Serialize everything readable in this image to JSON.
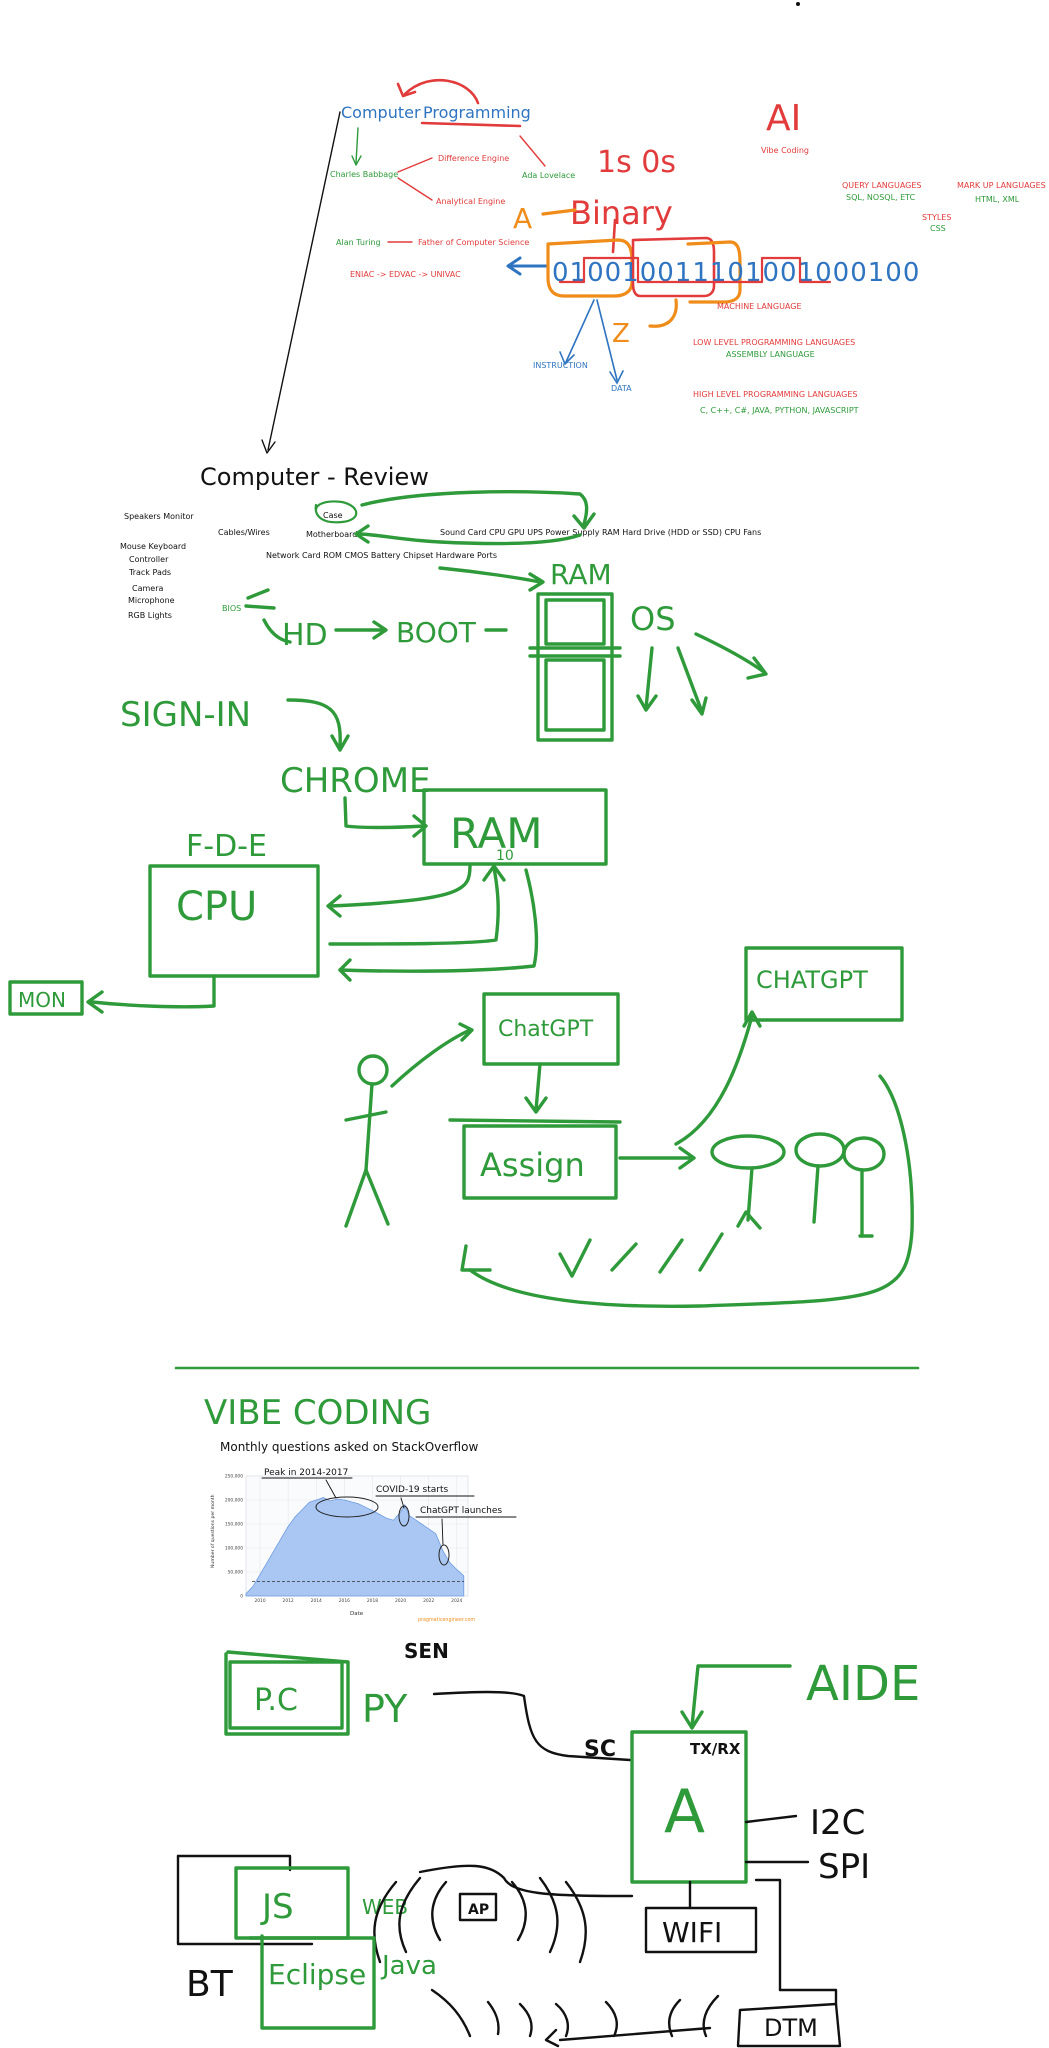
{
  "colors": {
    "green": "#2e9a3a",
    "red": "#e23b3b",
    "blue": "#2f74c0",
    "orange": "#f08c1a",
    "black": "#111111"
  },
  "history": {
    "title_part1": "Computer",
    "title_part2": "Programming",
    "charles_babbage": "Charles Babbage",
    "difference_engine": "Difference Engine",
    "analytical_engine": "Analytical Engine",
    "ada_lovelace": "Ada Lovelace",
    "alan_turing": "Alan Turing",
    "father_of_cs": "Father of Computer Science",
    "eniac_chain": "ENIAC -> EDVAC -> UNIVAC"
  },
  "binary": {
    "ones_zeros": "1s  0s",
    "title": "Binary",
    "label_a": "A",
    "label_z": "Z",
    "bits": "010010011101001000100",
    "machine_language": "MACHINE LANGUAGE",
    "instruction": "INSTRUCTION",
    "data": "DATA"
  },
  "ai": {
    "title": "AI",
    "vibe_coding": "Vibe Coding"
  },
  "languages": {
    "query_title": "QUERY LANGUAGES",
    "query_items": "SQL, NOSQL, ETC",
    "markup_title": "MARK UP LANGUAGES",
    "markup_items": "HTML, XML",
    "styles_title": "STYLES",
    "styles_items": "CSS",
    "low_title": "LOW LEVEL PROGRAMMING LANGUAGES",
    "low_items": "ASSEMBLY LANGUAGE",
    "high_title": "HIGH LEVEL PROGRAMMING LANGUAGES",
    "high_items": "C, C++, C#, JAVA, PYTHON, JAVASCRIPT"
  },
  "review": {
    "title": "Computer - Review",
    "left_list": [
      "Speakers  Monitor",
      "Mouse Keyboard",
      "Controller",
      "Track Pads",
      "Camera",
      "Microphone",
      "RGB Lights"
    ],
    "cables": "Cables/Wires",
    "case": "Case",
    "motherboard": "Motherboard",
    "network_row": "Network Card  ROM   CMOS Battery Chipset Hardware Ports",
    "components_row": "Sound Card  CPU  GPU UPS   Power Supply  RAM Hard Drive (HDD or SSD)  CPU Fans",
    "bios": "BIOS"
  },
  "boot": {
    "hd": "HD",
    "boot": "BOOT",
    "ram": "RAM",
    "os": "OS"
  },
  "flow": {
    "sign_in": "SIGN-IN",
    "chrome": "CHROME",
    "ram": "RAM",
    "ram_sub": "10",
    "fde": "F-D-E",
    "cpu": "CPU",
    "mon": "MON",
    "chatgpt_1": "ChatGPT",
    "chatgpt_2": "CHATGPT",
    "assign": "Assign"
  },
  "vibe": {
    "heading": "VIBE CODING",
    "chart_title": "Monthly questions asked on StackOverflow",
    "annotation_peak": "Peak in 2014-2017",
    "annotation_covid": "COVID-19 starts",
    "annotation_chatgpt": "ChatGPT launches",
    "ylabel": "Number of questions per month",
    "xlabel": "Date",
    "source": "pragmaticengineer.com"
  },
  "chart_data": {
    "type": "area",
    "title": "Monthly questions asked on StackOverflow",
    "xlabel": "Date",
    "ylabel": "Number of questions per month",
    "xlim": [
      2009,
      2024.8
    ],
    "ylim": [
      0,
      250000
    ],
    "yticks": [
      "0",
      "50,000",
      "100,000",
      "150,000",
      "200,000",
      "250,000"
    ],
    "xticks": [
      "2010",
      "2012",
      "2014",
      "2016",
      "2018",
      "2020",
      "2022",
      "2024"
    ],
    "x": [
      2009,
      2009.5,
      2010,
      2010.5,
      2011,
      2011.5,
      2012,
      2012.5,
      2013,
      2013.5,
      2014,
      2014.5,
      2015,
      2015.5,
      2016,
      2016.5,
      2017,
      2017.5,
      2018,
      2018.5,
      2019,
      2019.5,
      2020,
      2020.3,
      2020.6,
      2021,
      2021.5,
      2022,
      2022.5,
      2023,
      2023.5,
      2024,
      2024.5
    ],
    "y": [
      5000,
      20000,
      45000,
      70000,
      95000,
      120000,
      145000,
      165000,
      180000,
      195000,
      200000,
      205000,
      198000,
      202000,
      200000,
      196000,
      192000,
      185000,
      178000,
      170000,
      162000,
      158000,
      175000,
      190000,
      168000,
      160000,
      150000,
      140000,
      130000,
      95000,
      70000,
      55000,
      42000
    ],
    "reference_line": 30000,
    "grid": true
  },
  "board": {
    "sen": "SEN",
    "pc": "P.C",
    "py": "PY",
    "aide": "AIDE",
    "sc": "SC",
    "txrx": "TX/RX",
    "a": "A",
    "i2c": "I2C",
    "spi": "SPI",
    "js": "JS",
    "web": "WEB",
    "ap": "AP",
    "wifi": "WIFI",
    "bt": "BT",
    "eclipse": "Eclipse",
    "java": "Java",
    "dtm": "DTM"
  }
}
